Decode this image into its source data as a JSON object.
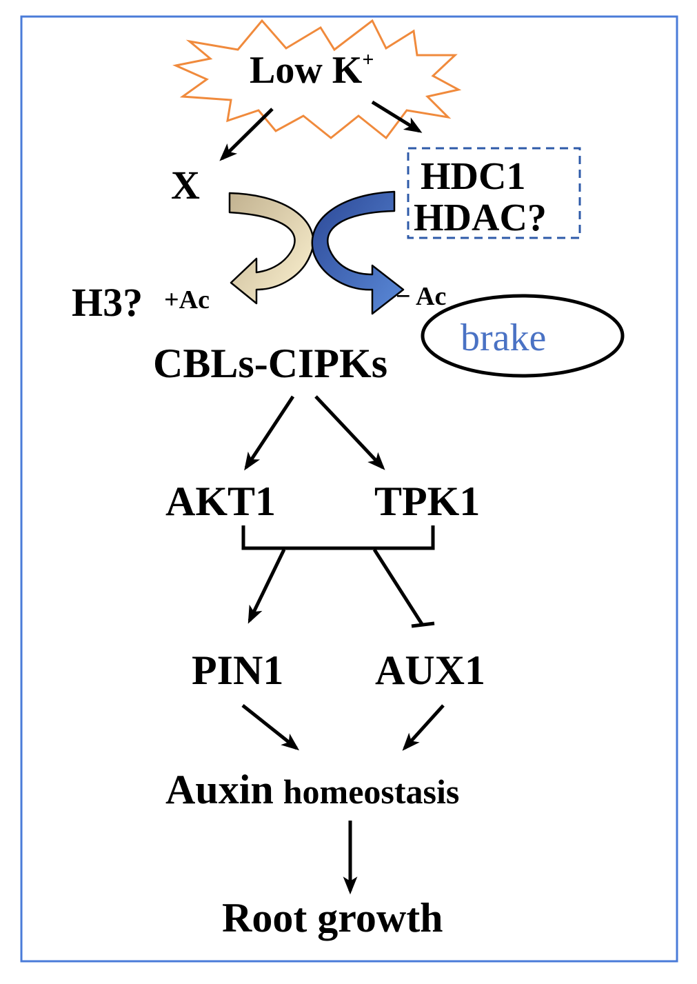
{
  "nodes": {
    "low_k": "Low K",
    "low_k_sup": "+",
    "x": "X",
    "hdc1": "HDC1",
    "hdac": "HDAC?",
    "h3": "H3?",
    "plus_ac": "+Ac",
    "minus_ac": "− Ac",
    "brake": "brake",
    "cbls_cipks": "CBLs-CIPKs",
    "akt1": "AKT1",
    "tpk1": "TPK1",
    "pin1": "PIN1",
    "aux1": "AUX1",
    "auxin": "Auxin",
    "homeostasis": "homeostasis",
    "root_growth": "Root growth"
  },
  "colors": {
    "frame": "#4a7bd8",
    "starburst": "#f08a3c",
    "dashed_box": "#2e5aa8",
    "tan_arrow": "#cbbd9c",
    "cream_arrow": "#fbefc8",
    "dark_blue_arrow": "#3350a0",
    "light_blue_arrow": "#4f7fd0",
    "brake_text": "#4a72c4"
  }
}
